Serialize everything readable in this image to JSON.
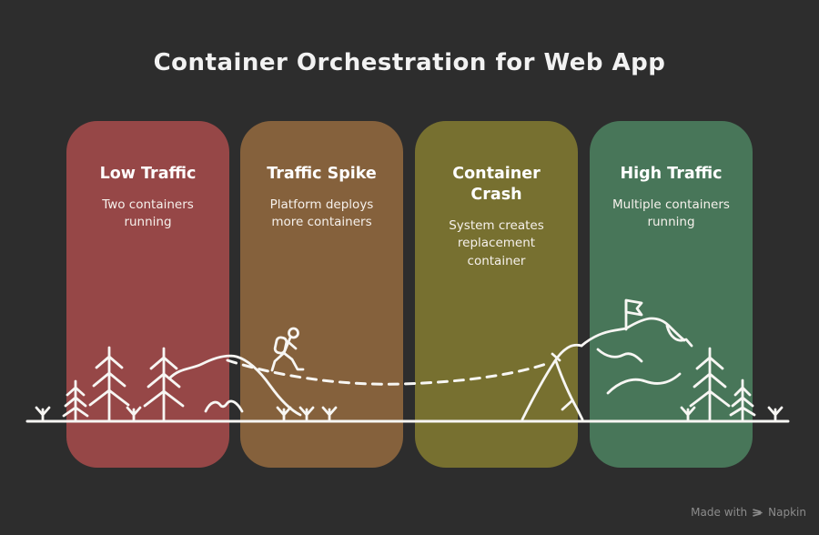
{
  "title": "Container Orchestration for Web App",
  "cards": [
    {
      "id": "low-traffic",
      "heading": "Low Traffic",
      "body": "Two containers running",
      "color": "#964747"
    },
    {
      "id": "traffic-spike",
      "heading": "Traffic Spike",
      "body": "Platform deploys more containers",
      "color": "#85613c"
    },
    {
      "id": "container-crash",
      "heading": "Container Crash",
      "body": "System creates replacement container",
      "color": "#777030"
    },
    {
      "id": "high-traffic",
      "heading": "High Traffic",
      "body": "Multiple containers running",
      "color": "#487659"
    }
  ],
  "illustration": {
    "style": "white hand-drawn line art",
    "elements": [
      "ground-line",
      "sprout-icon",
      "pine-tree-icon",
      "hills-line",
      "hiker-icon",
      "dashed-trail",
      "mountain-icon",
      "summit-flag-icon"
    ]
  },
  "footer": {
    "made_with": "Made with",
    "brand": "Napkin",
    "logo_icon": "napkin-logo-icon"
  },
  "colors": {
    "background": "#2d2d2d",
    "line_art": "#f7f6f3",
    "title_text": "#f2f2f2",
    "footer_text": "#8c8c8c"
  }
}
